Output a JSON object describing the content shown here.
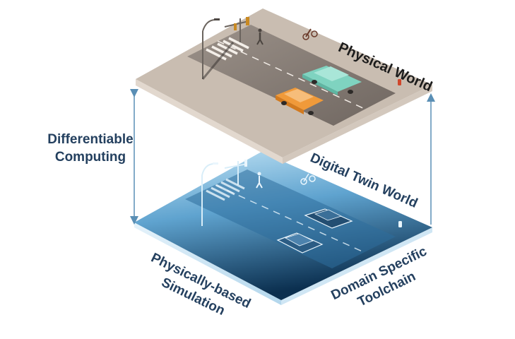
{
  "labels": {
    "physical_world": "Physical World",
    "digital_twin_world": "Digital Twin World",
    "differentiable_computing": [
      "Differentiable",
      "Computing"
    ],
    "physically_based_simulation": [
      "Physically-based",
      "Simulation"
    ],
    "domain_specific_toolchain": [
      "Domain Specific",
      "Toolchain"
    ]
  },
  "colors": {
    "physical_surface": "#c9bdb1",
    "physical_road": "#8a8079",
    "physical_edge": "#ded4ca",
    "digital_surface_light": "#b7ddf2",
    "digital_surface_dark": "#0e3a5c",
    "digital_edge": "#d8ecf8",
    "car_teal": "#7fd3c0",
    "car_orange": "#f09a3a",
    "label_navy": "#24405f",
    "label_dark": "#1c1c1c",
    "connector_line": "#5a8fb5"
  },
  "icons": [
    "traffic-light-icon",
    "street-lamp-icon",
    "pedestrian-icon",
    "cyclist-icon",
    "fire-hydrant-icon",
    "car-icon"
  ]
}
